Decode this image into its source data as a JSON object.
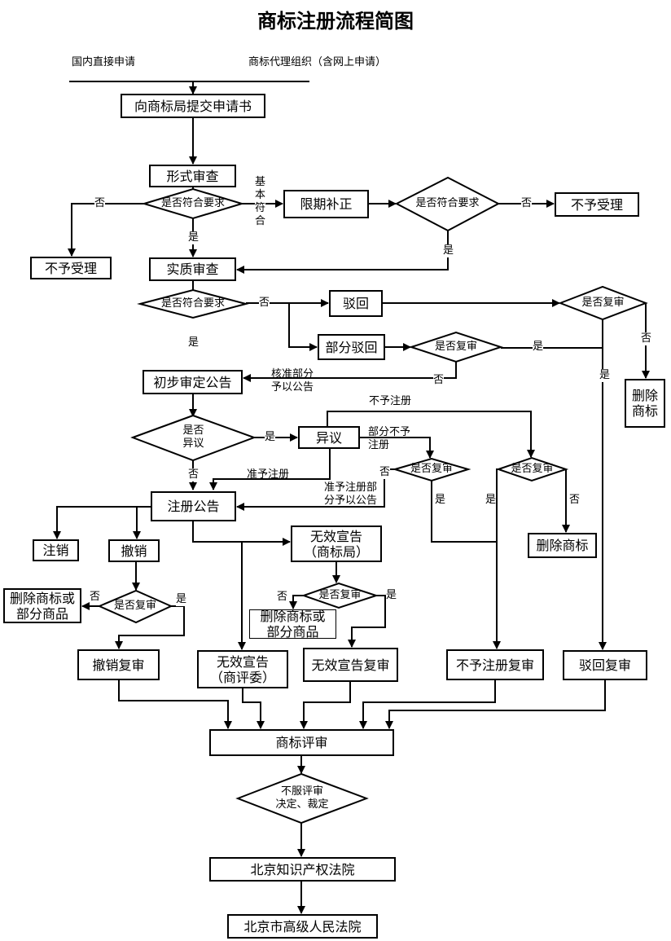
{
  "title": "商标注册流程简图",
  "sources": {
    "direct": "国内直接申请",
    "agency": "商标代理组织（含网上申请）"
  },
  "nodes": {
    "submit": "向商标局提交申请书",
    "formal_review": "形式审查",
    "reject1": "不予受理",
    "correct": "限期补正",
    "reject2": "不予受理",
    "substantive_review": "实质审查",
    "dismiss": "驳回",
    "partial_dismiss": "部分驳回",
    "delete_mark1": "删除\n商标",
    "prelim_announce": "初步审定公告",
    "opposition": "异议",
    "reg_announce": "注册公告",
    "delete_mark2": "删除商标",
    "cancel_reg": "注销",
    "revoke": "撤销",
    "invalid_office": "无效宣告\n（商标局）",
    "delete_partial1": "删除商标或\n部分商品",
    "delete_partial2": "删除商标或\n部分商品",
    "revoke_review": "撤销复审",
    "invalid_board": "无效宣告\n（商评委）",
    "invalid_review": "无效宣告复审",
    "refuse_review": "不予注册复审",
    "dismiss_review": "驳回复审",
    "tm_review": "商标评审",
    "ip_court": "北京知识产权法院",
    "high_court": "北京市高级人民法院"
  },
  "decisions": {
    "d1": "是否符合要求",
    "d2": "是否符合要求",
    "d3": "是否符合要求",
    "d4": "是否复审",
    "d5": "是否复审",
    "d6": "是否\n异议",
    "d7": "是否复审",
    "d8": "是否复审",
    "d9": "是否复审",
    "d10": "是否复审",
    "d11": "不服评审\n决定、裁定"
  },
  "labels": {
    "no1": "否",
    "basic": "基\n本\n符\n合",
    "yes1": "是",
    "no2": "否",
    "yes2": "是",
    "no3": "否",
    "yes3": "是",
    "no4": "否",
    "yes4": "是",
    "yes5": "是",
    "no5": "否",
    "partial_approve": "核准部分\n予以公告",
    "yes6": "是",
    "no6": "否",
    "refuse_reg": "不予注册",
    "partial_refuse": "部分不予\n注册",
    "approve_reg": "准予注册",
    "no8": "否",
    "approve_partial": "准予注册部\n分予以公告",
    "yes8": "是",
    "yes7": "是",
    "no7": "否",
    "no9": "否",
    "yes9": "是",
    "no10": "否",
    "yes10": "是"
  }
}
